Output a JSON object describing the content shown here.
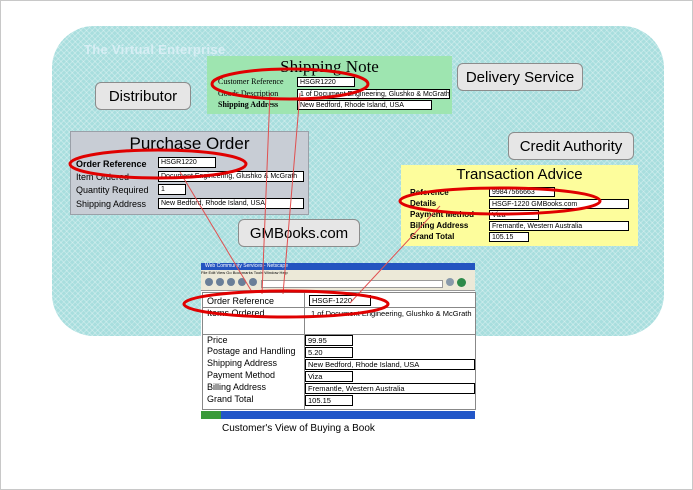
{
  "enterprise": {
    "title": "The Virtual Enterprise"
  },
  "actors": {
    "distributor": "Distributor",
    "delivery_service": "Delivery Service",
    "credit_authority": "Credit Authority",
    "gmbooks": "GMBooks.com"
  },
  "shipping_note": {
    "title": "Shipping Note",
    "fields": [
      {
        "label": "Customer Reference",
        "value": "HSGR1220"
      },
      {
        "label": "Goods Description",
        "value": "1 of Document Engineering, Glushko & McGrath"
      },
      {
        "label": "Shipping Address",
        "value": "New Bedford, Rhode Island, USA"
      }
    ]
  },
  "purchase_order": {
    "title": "Purchase Order",
    "fields": [
      {
        "label": "Order Reference",
        "value": "HSGR1220"
      },
      {
        "label": "Item Ordered",
        "value": "Document Engineering, Glushko & McGrath"
      },
      {
        "label": "Quantity Required",
        "value": "1"
      },
      {
        "label": "Shipping Address",
        "value": "New Bedford, Rhode Island, USA"
      }
    ]
  },
  "transaction_advice": {
    "title": "Transaction Advice",
    "fields": [
      {
        "label": "Reference",
        "value": "99847566663"
      },
      {
        "label": "Details",
        "value": "HSGF-1220 GMBooks.com"
      },
      {
        "label": "Payment Method",
        "value": "Viza"
      },
      {
        "label": "Billing Address",
        "value": "Fremantle, Western Australia"
      },
      {
        "label": "Grand Total",
        "value": "105.15"
      }
    ]
  },
  "customer_view": {
    "window_title": "Web Community Services - Netscape",
    "menu": "File  Edit  View  Go  Bookmarks  Tools  Window  Help",
    "fields": [
      {
        "label": "Order Reference",
        "value": "HSGF-1220"
      },
      {
        "label": "Items Ordered",
        "value": "1 of Document Engineering, Glushko & McGrath"
      },
      {
        "label": "Price",
        "value": "99.95"
      },
      {
        "label": "Postage and Handling",
        "value": "5.20"
      },
      {
        "label": "Shipping Address",
        "value": "New Bedford, Rhode Island, USA"
      },
      {
        "label": "Payment Method",
        "value": "Viza"
      },
      {
        "label": "Billing Address",
        "value": "Fremantle, Western Australia"
      },
      {
        "label": "Grand Total",
        "value": "105.15"
      }
    ]
  },
  "caption": "Customer's View of Buying a Book",
  "colors": {
    "enterprise_bg": "#a8dede",
    "shipping_note_bg": "#9ee5b0",
    "purchase_order_bg": "#c8cdd5",
    "transaction_advice_bg": "#fdfd9c",
    "highlight_ellipse": "#e00000",
    "connector_line": "#e05050"
  }
}
